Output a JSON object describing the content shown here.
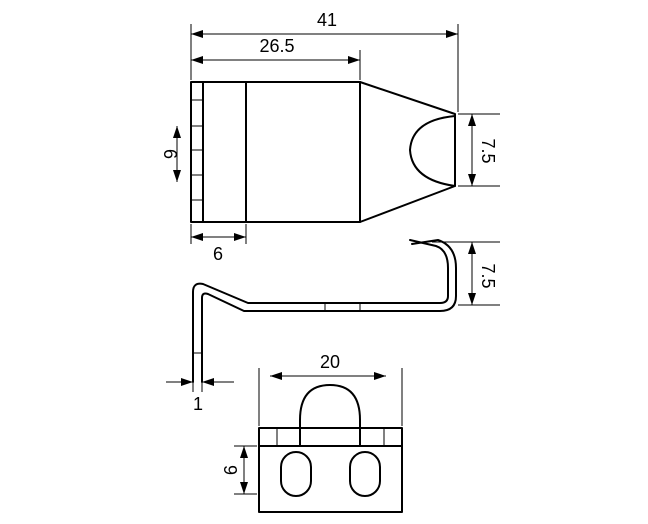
{
  "dimensions": {
    "overall_length": "41",
    "body_length": "26.5",
    "front_height": "6",
    "hinge_width": "6",
    "tip_height": "7.5",
    "hook_height": "7.5",
    "thickness": "1",
    "bottom_width": "20",
    "slot_height": "9"
  }
}
